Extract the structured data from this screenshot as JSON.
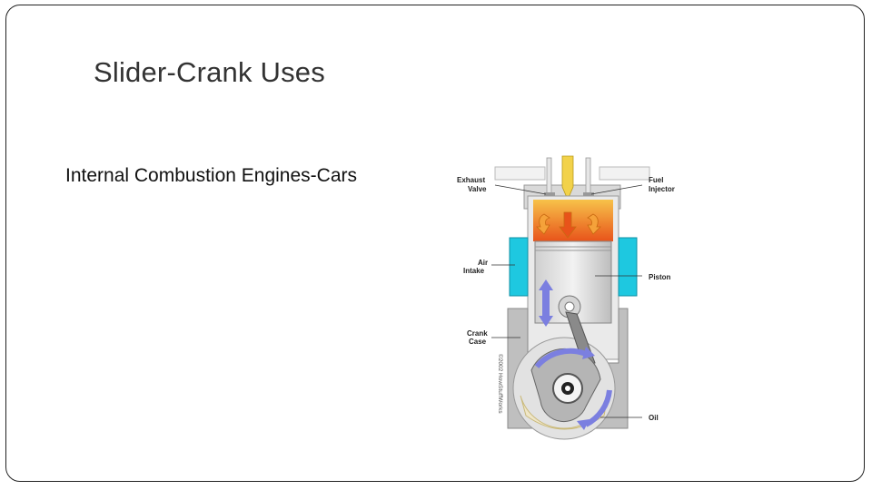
{
  "slide": {
    "title": "Slider-Crank Uses",
    "bullet": "Internal Combustion Engines-Cars"
  },
  "figure": {
    "labels": {
      "exhaust_valve_1": "Exhaust",
      "exhaust_valve_2": "Valve",
      "fuel_injector_1": "Fuel",
      "fuel_injector_2": "Injector",
      "air_intake_1": "Air",
      "air_intake_2": "Intake",
      "piston": "Piston",
      "crank_case_1": "Crank",
      "crank_case_2": "Case",
      "oil": "Oil"
    },
    "credit": "©2002 HowStuffWorks",
    "colors": {
      "combustion": "#f28a1c",
      "intake": "#1ec8e0",
      "arrows": "#7b7fe0",
      "casing": "#bfbfbf"
    }
  }
}
